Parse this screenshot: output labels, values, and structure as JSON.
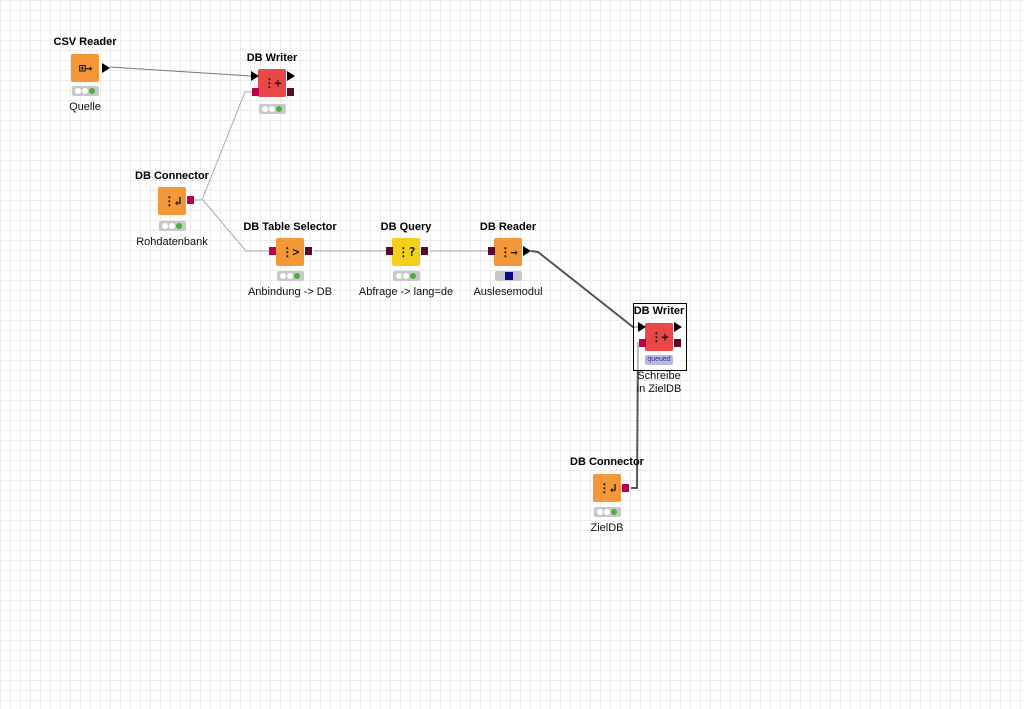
{
  "workflow": {
    "nodes": [
      {
        "id": "csv-reader",
        "title": "CSV Reader",
        "label": "Quelle",
        "state": "configured"
      },
      {
        "id": "db-writer-1",
        "title": "DB Writer",
        "label": "",
        "state": "configured"
      },
      {
        "id": "db-connector-1",
        "title": "DB Connector",
        "label": "Rohdatenbank",
        "state": "configured"
      },
      {
        "id": "db-table-selector",
        "title": "DB Table Selector",
        "label": "Anbindung -> DB",
        "state": "configured"
      },
      {
        "id": "db-query",
        "title": "DB Query",
        "label": "Abfrage -> lang=de",
        "state": "configured"
      },
      {
        "id": "db-reader",
        "title": "DB Reader",
        "label": "Auslesemodul",
        "state": "executing"
      },
      {
        "id": "db-writer-2",
        "title": "DB Writer",
        "label_line1": "Schreibe",
        "label_line2": "in ZielDB",
        "state": "queued",
        "status_text": "queued"
      },
      {
        "id": "db-connector-2",
        "title": "DB Connector",
        "label": "ZielDB",
        "state": "configured"
      }
    ]
  },
  "colors": {
    "reader_node": "#f39738",
    "writer_node": "#ea4848",
    "query_node": "#f5d01a",
    "db_port": "#b8004e",
    "status_ok": "#4caf3c",
    "status_exec": "#0a0a8a",
    "grid": "#ebebeb"
  },
  "icons": {
    "csv-reader": "table-arrow-icon",
    "db-writer": "db-write-icon",
    "db-connector": "db-connect-icon",
    "db-table-selector": "db-select-icon",
    "db-query": "db-query-icon",
    "db-reader": "db-read-icon"
  }
}
